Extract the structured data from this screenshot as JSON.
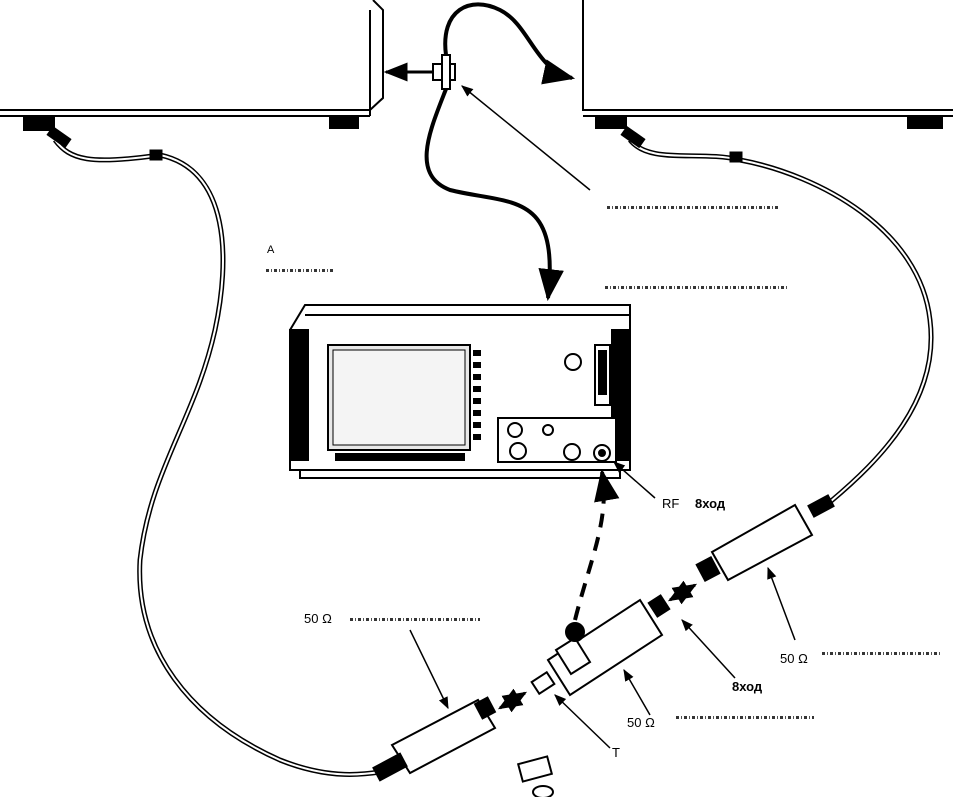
{
  "labels": {
    "rf_input": "RF",
    "rf_input_word": "8ход",
    "ohm_top": "50 Ω",
    "ohm_right": "50 Ω",
    "ohm_bottom": "50 Ω",
    "input_right": "8ход",
    "small_t": "T",
    "letter_a": "А"
  },
  "colors": {
    "ink": "#000000",
    "paper": "#ffffff",
    "screen": "#e8e8e8"
  }
}
